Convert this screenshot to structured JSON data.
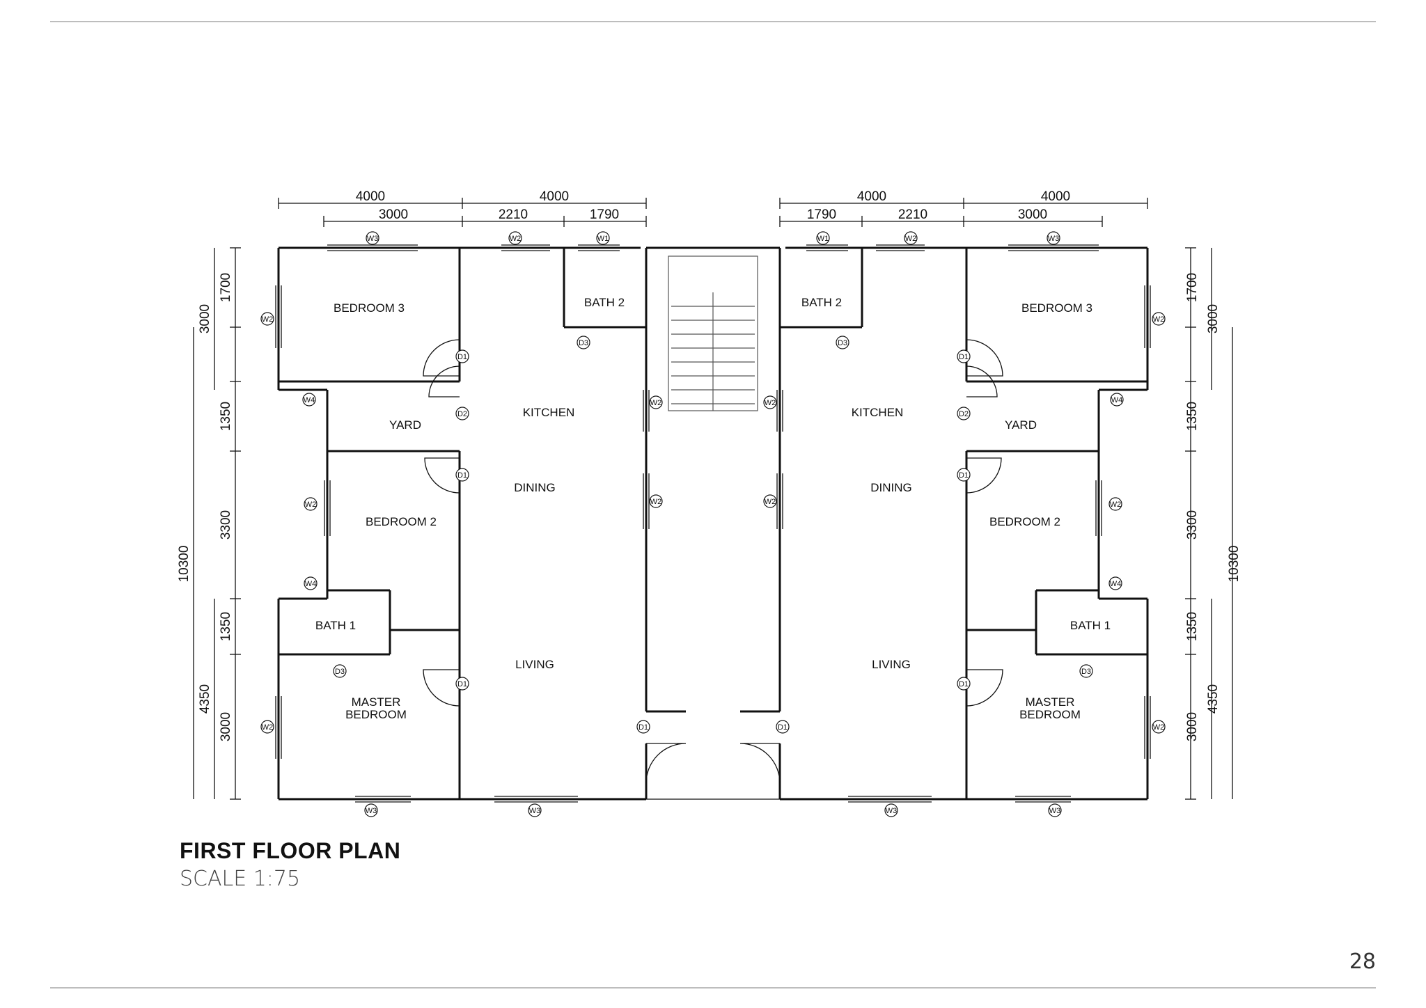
{
  "sheet": {
    "title": "FIRST FLOOR PLAN",
    "scale": "SCALE 1:75",
    "page_number": "28"
  },
  "rooms": {
    "bedroom3": "BEDROOM  3",
    "bath2": "BATH  2",
    "yard": "YARD",
    "kitchen": "KITCHEN",
    "dining": "DINING",
    "bedroom2": "BEDROOM  2",
    "bath1": "BATH  1",
    "living": "LIVING",
    "master1": "MASTER",
    "master2": "BEDROOM"
  },
  "dimensions": {
    "top_outer": [
      "4000",
      "4000"
    ],
    "top_inner": [
      "3000",
      "2210",
      "1790"
    ],
    "side_a": [
      "1700",
      "1350",
      "3300",
      "1350",
      "3000"
    ],
    "side_b": [
      "3000",
      "4350"
    ],
    "side_total": "10300"
  },
  "tags": {
    "w1": "W1",
    "w2": "W2",
    "w3": "W3",
    "w4": "W4",
    "d1": "D1",
    "d2": "D2",
    "d3": "D3"
  }
}
